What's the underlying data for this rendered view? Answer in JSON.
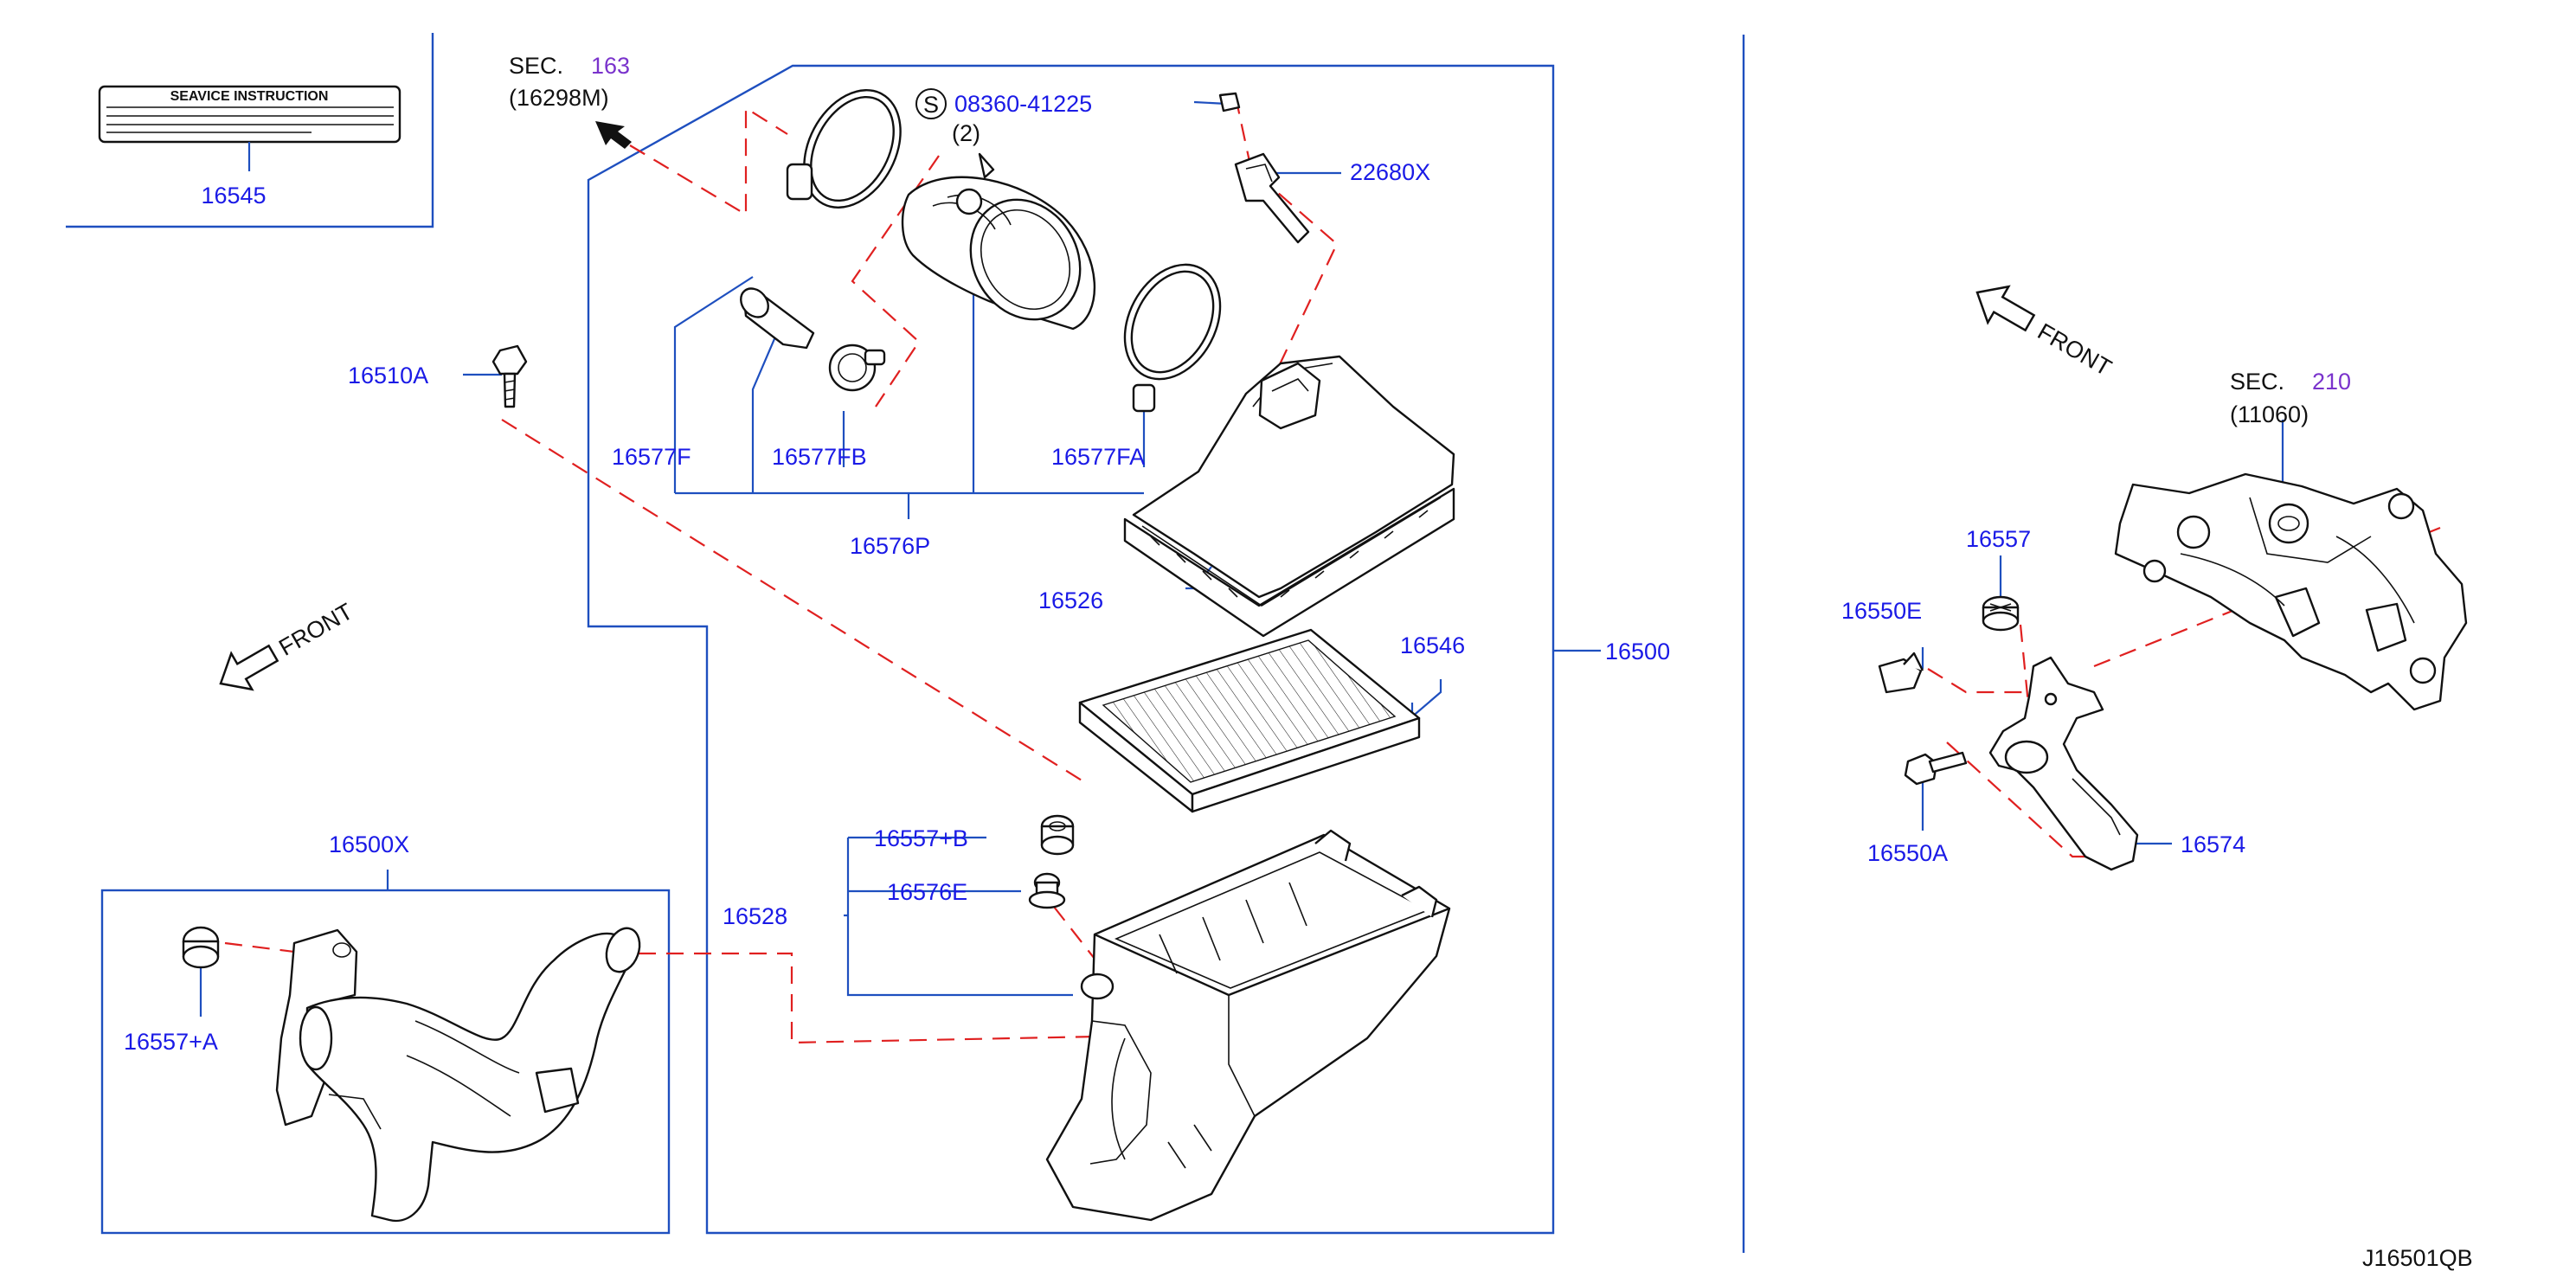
{
  "diagram": {
    "id": "J16501QB",
    "service_label": {
      "title": "SEAVICE   INSTRUCTION",
      "part": "16545"
    },
    "sec_163": {
      "prefix": "SEC.",
      "number": "163",
      "ref": "(16298M)"
    },
    "sec_210": {
      "prefix": "SEC.",
      "number": "210",
      "ref": "(11060)"
    },
    "screw": {
      "symbol": "S",
      "number": "08360-41225",
      "qty": "(2)"
    },
    "front_labels": [
      "FRONT",
      "FRONT"
    ],
    "parts": {
      "p22680X": "22680X",
      "p16510A": "16510A",
      "p16577F": "16577F",
      "p16577FB": "16577FB",
      "p16577FA": "16577FA",
      "p16576P": "16576P",
      "p16526": "16526",
      "p16546": "16546",
      "p16500": "16500",
      "p16557B": "16557+B",
      "p16576E": "16576E",
      "p16528": "16528",
      "p16500X": "16500X",
      "p16557A": "16557+A",
      "p16557": "16557",
      "p16550E": "16550E",
      "p16550A": "16550A",
      "p16574": "16574"
    }
  }
}
